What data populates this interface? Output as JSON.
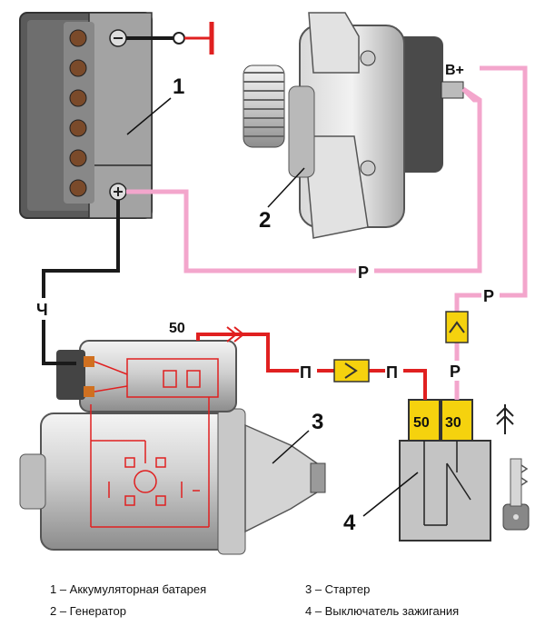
{
  "components": {
    "battery": {
      "number": "1"
    },
    "generator": {
      "number": "2",
      "terminal": "B+"
    },
    "starter": {
      "number": "3",
      "terminal": "50"
    },
    "ignition_switch": {
      "number": "4",
      "terminal_50": "50",
      "terminal_30": "30"
    }
  },
  "wires": {
    "battery_to_starter": "Ч",
    "battery_to_generator": "Р",
    "generator_to_switch": "Р",
    "switch_30_lead": "Р",
    "starter_to_connector": "П",
    "connector_to_switch": "П"
  },
  "legend": [
    {
      "text": "1 – Аккумуляторная батарея"
    },
    {
      "text": "2 – Генератор"
    },
    {
      "text": "3 – Стартер"
    },
    {
      "text": "4 – Выключатель зажигания"
    }
  ],
  "colors": {
    "wire_pink": "#f3a6cc",
    "wire_black": "#1a1a1a",
    "wire_red": "#e02020",
    "connector_yellow": "#f5d20e",
    "body_gray": "#9a9a9a"
  },
  "icons": [
    "ground-symbol",
    "key-icon",
    "antenna-arrow-icon"
  ]
}
